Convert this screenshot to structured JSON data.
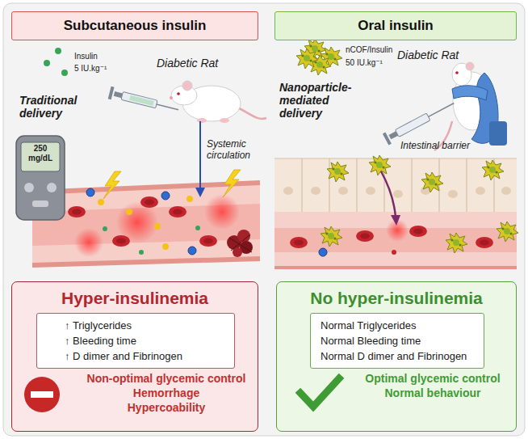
{
  "diagram": {
    "nodes": [
      {
        "text": [
          "Subcutaneous insulin"
        ]
      },
      {
        "text": [
          "Oral insulin"
        ]
      },
      {
        "text": [
          "Hyper-insulinemia",
          "Non-optimal glycemic control",
          "Hemorrhage",
          "Hypercoability"
        ]
      },
      {
        "text": [
          "↑ Triglycerides",
          "↑ Bleeding time",
          "↑ D dimer and Fibrinogen"
        ],
        "in": 2
      },
      {
        "text": [
          "No hyper-insulinemia",
          "Optimal glycemic control",
          "Normal behaviour"
        ]
      },
      {
        "text": [
          "Normal Triglycerides",
          "Normal Bleeding time",
          "Normal D dimer and Fibrinogen"
        ],
        "in": 4
      }
    ],
    "labels": [
      "Insulin",
      "5 IU.kg⁻¹",
      "Diabetic Rat",
      "Traditional delivery",
      "250 mg/dL",
      "Systemic circulation",
      "nCOF/Insulin",
      "50 IU.kg⁻¹",
      "Diabetic Rat",
      "Nanoparticle-mediated delivery",
      "Intestinal barrier"
    ]
  }
}
